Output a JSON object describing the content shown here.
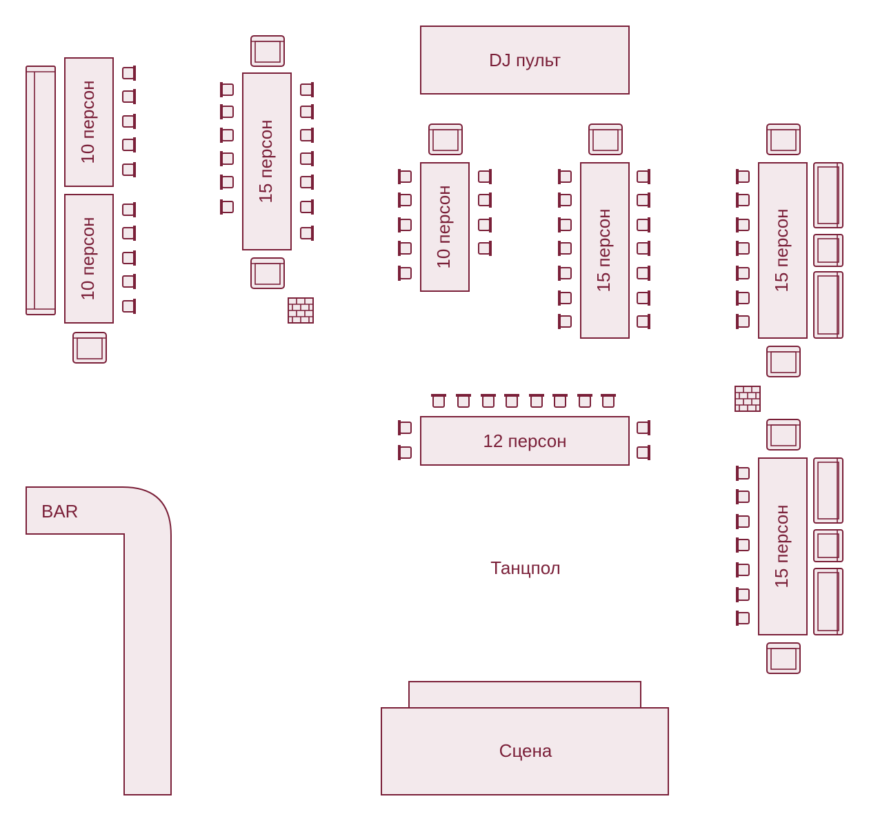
{
  "floor_plan": {
    "dj_label": "DJ пульт",
    "bar_label": "BAR",
    "dancefloor_label": "Танцпол",
    "stage_label": "Сцена",
    "tables": [
      {
        "id": "t1",
        "label": "10 персон"
      },
      {
        "id": "t2",
        "label": "10 персон"
      },
      {
        "id": "t3",
        "label": "15 персон"
      },
      {
        "id": "t4",
        "label": "10 персон"
      },
      {
        "id": "t5",
        "label": "15 персон"
      },
      {
        "id": "t6",
        "label": "15 персон"
      },
      {
        "id": "t7",
        "label": "12 персон"
      },
      {
        "id": "t8",
        "label": "15 персон"
      }
    ],
    "colors": {
      "stroke": "#7a1f38",
      "fill": "#f3e9ec",
      "background": "#ffffff"
    },
    "icons": [
      "chair-icon",
      "armchair-icon",
      "sofa-icon",
      "brick-wall-icon"
    ]
  }
}
